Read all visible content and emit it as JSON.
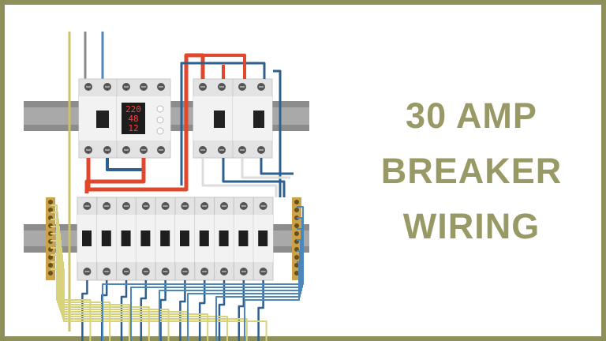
{
  "title": {
    "lines": [
      "30 AMP",
      "BREAKER",
      "WIRING"
    ]
  },
  "meter": {
    "readings": [
      "220",
      "48",
      "12"
    ]
  },
  "colors": {
    "accent": "#999966",
    "frame": "#8f8f5c",
    "wire_red": "#e0482e",
    "wire_blue": "#2f5f8f",
    "wire_yellow": "#d8d27a",
    "rail": "#8c8c8c",
    "module": "#e3e3e3"
  },
  "illustration": {
    "bottom_breaker_count": 10,
    "top_breaker_count": 2
  }
}
